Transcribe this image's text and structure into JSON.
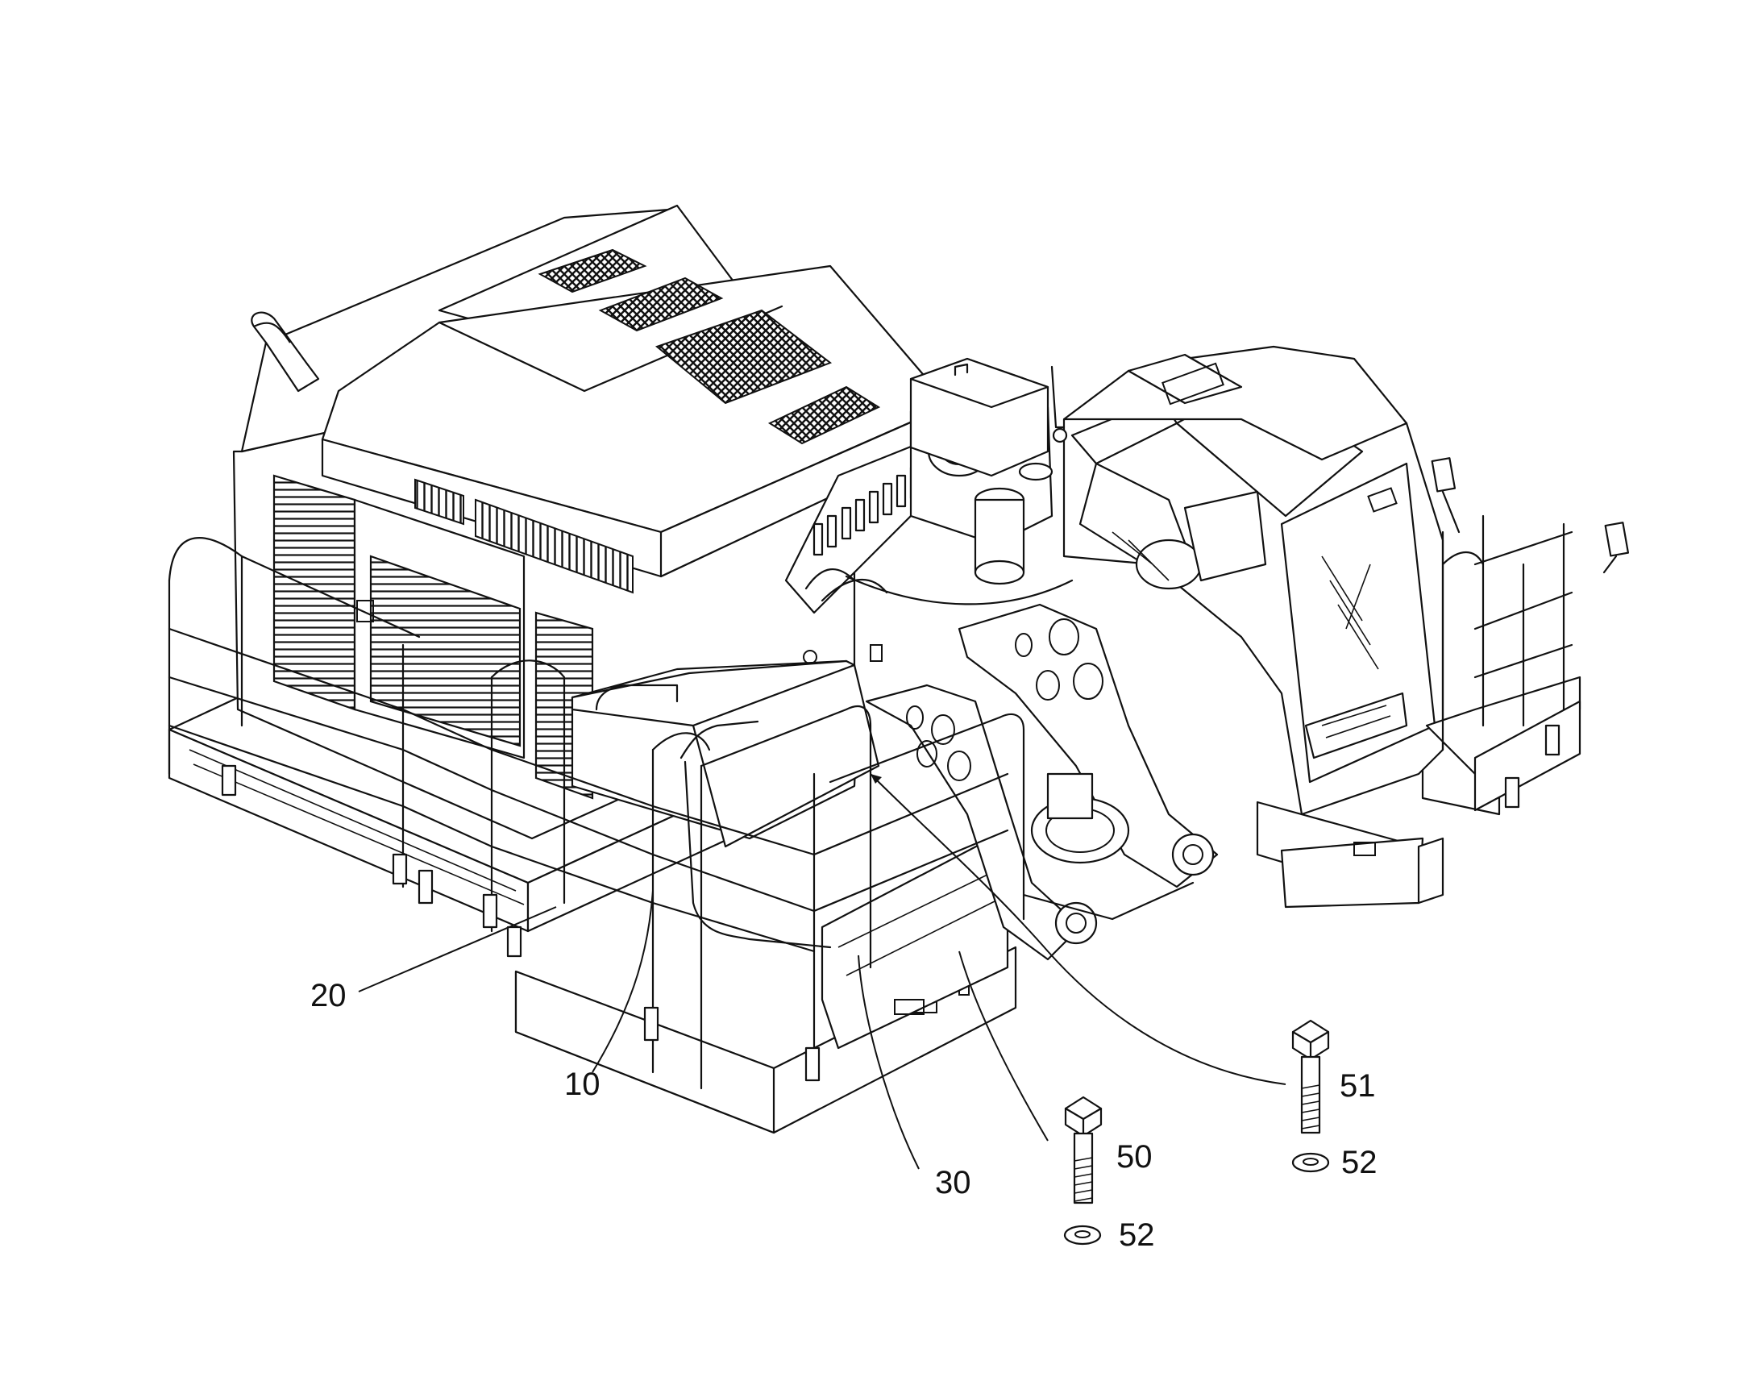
{
  "figure": {
    "colors": {
      "line": "#111111",
      "background": "#ffffff"
    },
    "labels": {
      "frame": "10",
      "railing": "20",
      "support": "30",
      "bolt_a": "50",
      "bolt_b": "51",
      "washer_a": "52",
      "washer_b": "52"
    }
  }
}
